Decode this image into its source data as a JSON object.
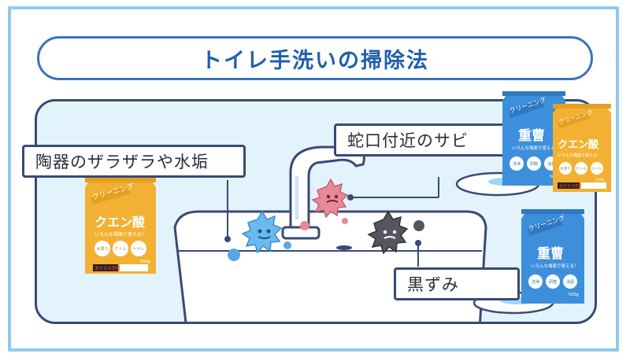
{
  "title": "トイレ手洗いの掃除法",
  "labels": {
    "ceramic": "陶器のザラザラや水垢",
    "faucet": "蛇口付近のサビ",
    "black": "黒ずみ"
  },
  "packages": {
    "citric": {
      "banner": "クリーニング",
      "name": "クエン酸",
      "sub": "いろんな場面で使える！",
      "uses": [
        "水周り",
        "ケトル",
        "トイレ"
      ],
      "weight": "500g",
      "warning": "混ぜるな危険"
    },
    "soda": {
      "banner": "クリーニング",
      "name": "重曹",
      "sub": "いろんな場面で使える！",
      "uses": [
        "洗浄",
        "研磨",
        "消臭"
      ],
      "weight": "500g"
    }
  },
  "colors": {
    "frame": "#8fcbe8",
    "title": "#1f5fb0",
    "scene_bg": "#e3f3fb",
    "outline": "#3a4a74",
    "citric_pkg": "#f2b133",
    "soda_pkg": "#3d8fdc",
    "germ_blue": "#6ab9ef",
    "germ_red": "#e58a96",
    "germ_black": "#555560"
  }
}
